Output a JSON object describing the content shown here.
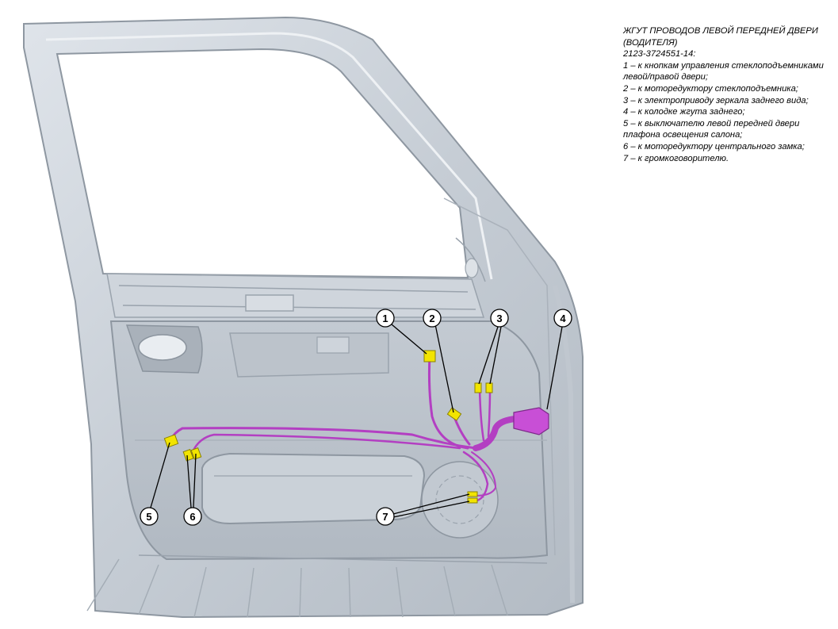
{
  "legend": {
    "title": "ЖГУТ ПРОВОДОВ ЛЕВОЙ ПЕРЕДНЕЙ ДВЕРИ (ВОДИТЕЛЯ)",
    "part_number": "2123-3724551-14:",
    "items": [
      "1 – к кнопкам управления стеклоподъемниками левой/правой двери;",
      "2 – к моторедуктору стеклоподъемника;",
      "3 – к электроприводу зеркала заднего вида;",
      "4 – к колодке жгута заднего;",
      "5 – к выключателю левой передней двери плафона освещения салона;",
      "6 – к моторедуктору центрального замка;",
      "7 – к громкоговорителю."
    ]
  },
  "callouts": [
    "1",
    "2",
    "3",
    "4",
    "5",
    "6",
    "7"
  ],
  "colors": {
    "door_fill": "#c9d0d8",
    "door_dark": "#9aa3ad",
    "harness": "#b33fc2",
    "connector": "#f2e400"
  }
}
